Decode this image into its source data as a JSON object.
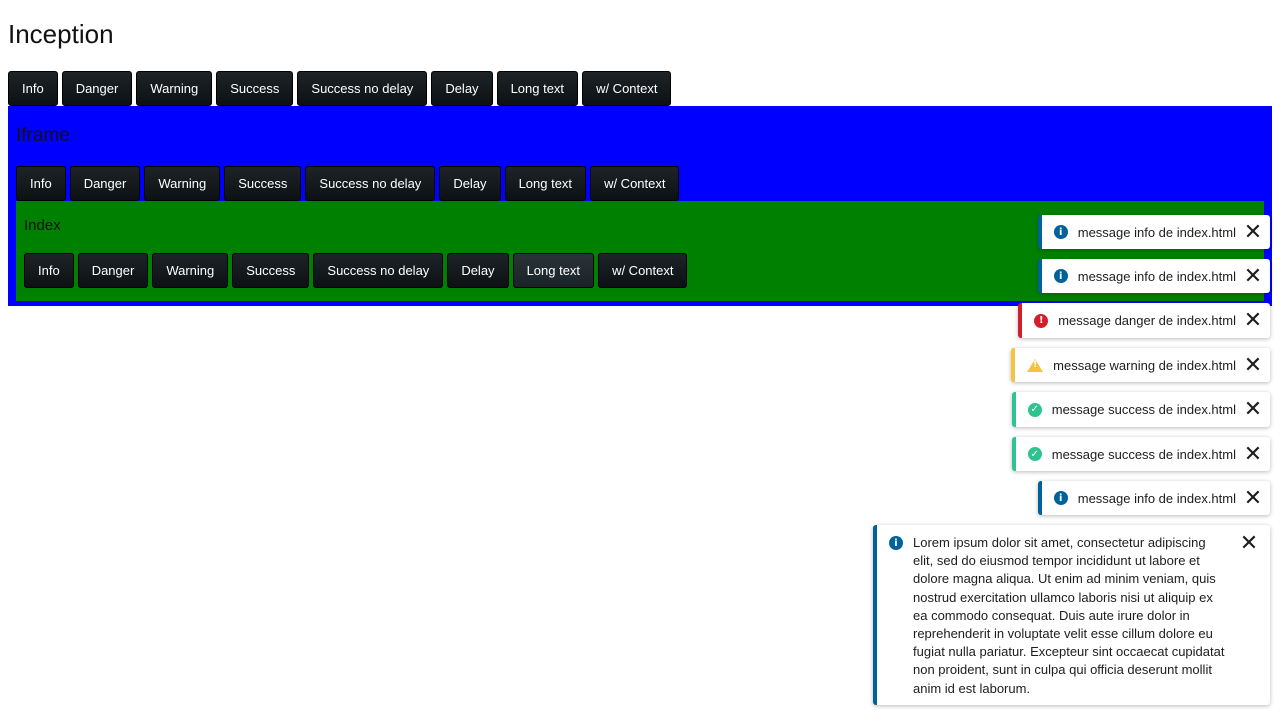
{
  "page": {
    "title": "Inception"
  },
  "buttons": [
    "Info",
    "Danger",
    "Warning",
    "Success",
    "Success no delay",
    "Delay",
    "Long text",
    "w/ Context"
  ],
  "iframe": {
    "title": "Iframe"
  },
  "index": {
    "title": "Index"
  },
  "toasts": [
    {
      "type": "info",
      "message": "message info de index.html"
    },
    {
      "type": "info",
      "message": "message info de index.html"
    },
    {
      "type": "danger",
      "message": "message danger de index.html"
    },
    {
      "type": "warning",
      "message": "message warning de index.html"
    },
    {
      "type": "success",
      "message": "message success de index.html"
    },
    {
      "type": "success",
      "message": "message success de index.html"
    },
    {
      "type": "info",
      "message": "message info de index.html"
    },
    {
      "type": "info",
      "message": "Lorem ipsum dolor sit amet, consectetur adipiscing elit, sed do eiusmod tempor incididunt ut labore et dolore magna aliqua. Ut enim ad minim veniam, quis nostrud exercitation ullamco laboris nisi ut aliquip ex ea commodo consequat. Duis aute irure dolor in reprehenderit in voluptate velit esse cillum dolore eu fugiat nulla pariatur. Excepteur sint occaecat cupidatat non proident, sunt in culpa qui officia deserunt mollit anim id est laborum."
    }
  ],
  "icons": {
    "close": "close-icon",
    "info": "info-icon",
    "danger": "error-icon",
    "warning": "warning-icon",
    "success": "check-icon"
  },
  "colors": {
    "iframe_bg": "#0000ff",
    "index_bg": "#008000",
    "info": "#00629b",
    "danger": "#d21f2a",
    "warning": "#f5c342",
    "success": "#2fc48f"
  }
}
